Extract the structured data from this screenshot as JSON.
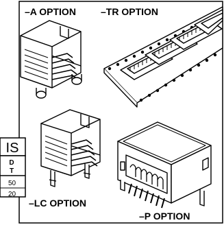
{
  "labels": {
    "a_option": "–A OPTION",
    "tr_option": "–TR OPTION",
    "lc_option": "–LC OPTION",
    "p_option": "–P OPTION"
  },
  "side_table": {
    "heading_fragment": "IS",
    "col_header_line1": "D",
    "col_header_line2": "T",
    "rows": [
      "50",
      "20"
    ]
  },
  "colors": {
    "line": "#000000",
    "background": "#ffffff"
  }
}
